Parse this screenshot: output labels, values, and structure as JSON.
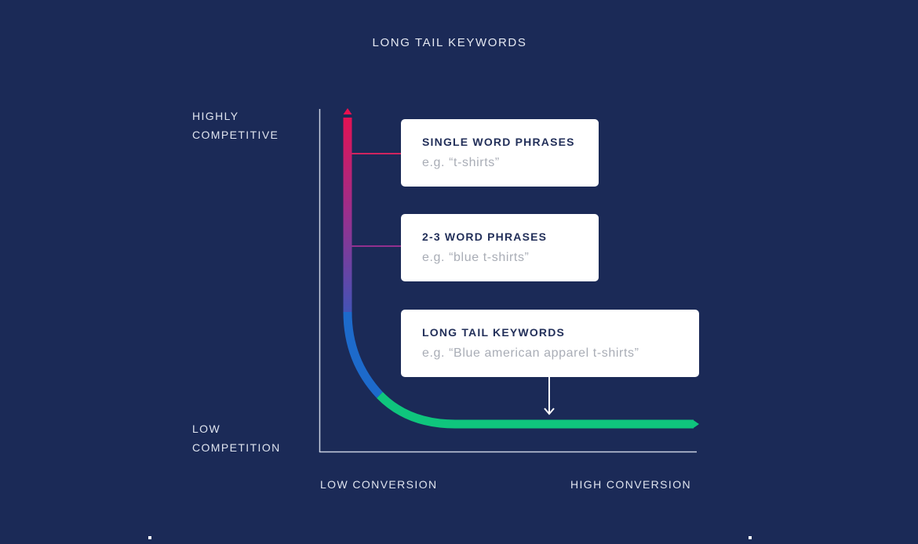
{
  "title": "LONG TAIL KEYWORDS",
  "axes": {
    "y_top_label": [
      "HIGHLY",
      "COMPETITIVE"
    ],
    "y_bottom_label": [
      "LOW",
      "COMPETITION"
    ],
    "x_left_label": "LOW CONVERSION",
    "x_right_label": "HIGH CONVERSION"
  },
  "cards": [
    {
      "heading": "SINGLE WORD PHRASES",
      "example": "e.g. “t-shirts”"
    },
    {
      "heading": "2-3 WORD PHRASES",
      "example": "e.g. “blue t-shirts”"
    },
    {
      "heading": "LONG TAIL KEYWORDS",
      "example": "e.g. “Blue american apparel t-shirts”"
    }
  ],
  "colors": {
    "background": "#1b2a57",
    "curve_top": "#e8104f",
    "curve_mid": "#2e5cc0",
    "curve_bottom": "#0fc57d",
    "card_heading": "#23305a",
    "card_example": "#a9adb6"
  }
}
